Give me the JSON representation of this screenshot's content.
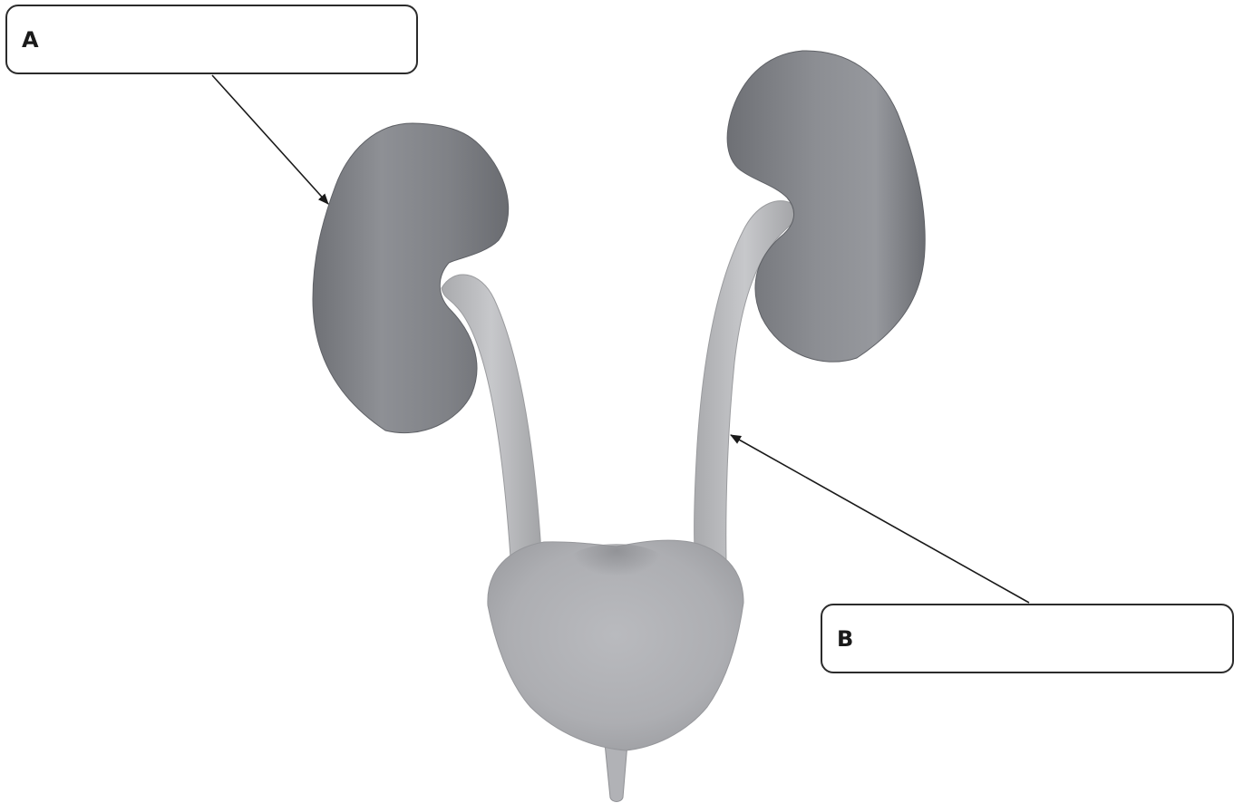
{
  "labels": {
    "a": {
      "letter": "A",
      "answer": ""
    },
    "b": {
      "letter": "B",
      "answer": ""
    }
  },
  "structures": [
    "left-kidney",
    "right-kidney",
    "left-ureter",
    "right-ureter",
    "bladder",
    "urethra"
  ],
  "colors": {
    "kidney": "#7d7f84",
    "kidney_highlight": "#9a9ca1",
    "ureter": "#b9babd",
    "bladder": "#b3b4b8",
    "outline": "#2b2b2b",
    "leader_line": "#1a1a1a"
  }
}
